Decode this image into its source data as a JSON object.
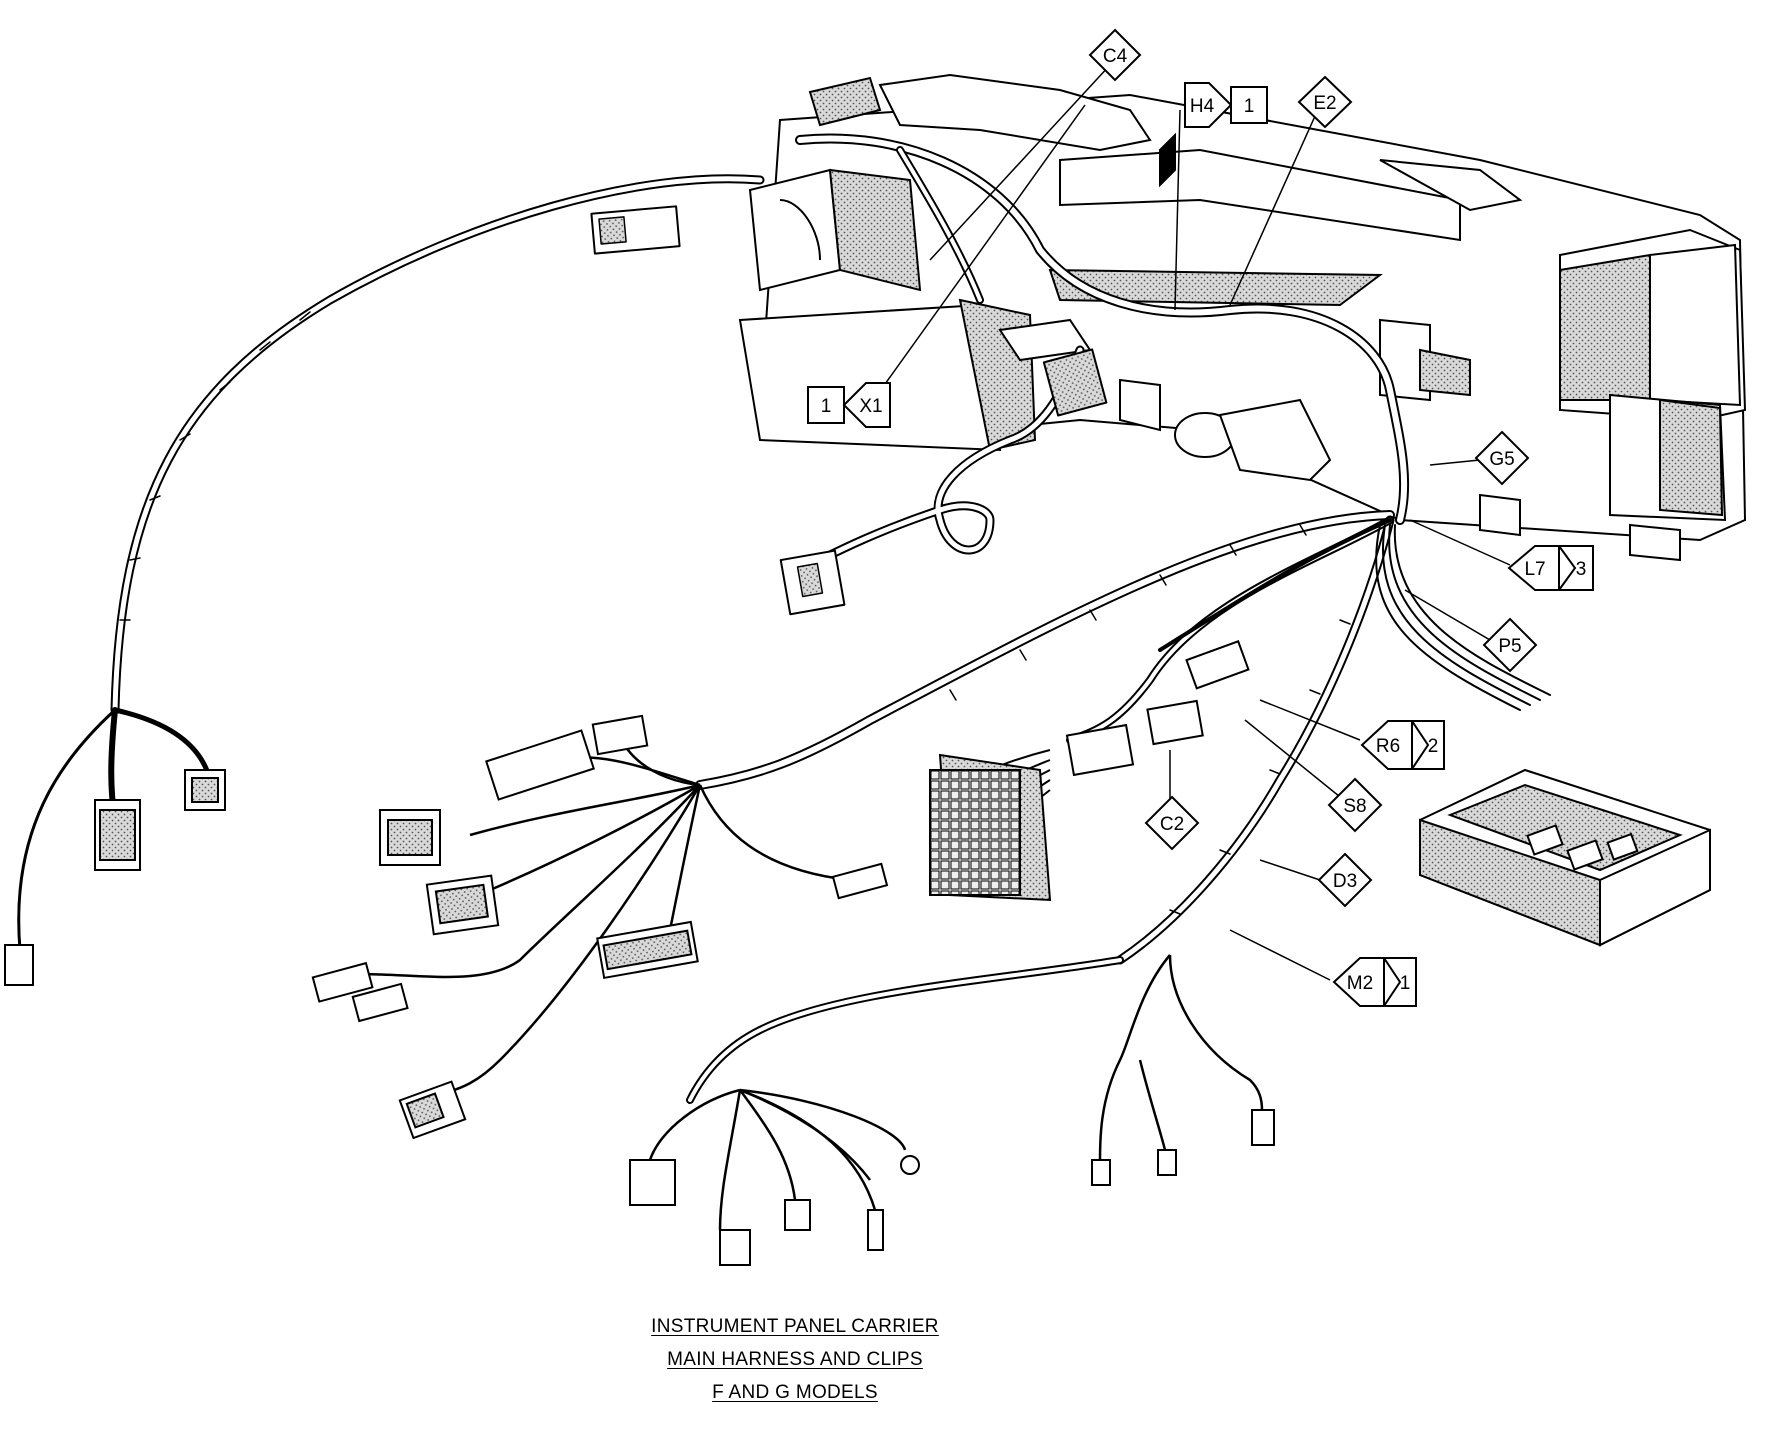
{
  "caption": {
    "line1": "INSTRUMENT PANEL CARRIER",
    "line2": "MAIN HARNESS AND CLIPS",
    "line3": "F AND G MODELS"
  },
  "callouts": [
    {
      "id": "c4",
      "code": "C4",
      "count": ""
    },
    {
      "id": "h4",
      "code": "H4",
      "count": "1"
    },
    {
      "id": "e2",
      "code": "E2",
      "count": ""
    },
    {
      "id": "x1",
      "code": "X1",
      "count": "1"
    },
    {
      "id": "g5",
      "code": "G5",
      "count": ""
    },
    {
      "id": "l7",
      "code": "L7",
      "count": "3"
    },
    {
      "id": "p5",
      "code": "P5",
      "count": ""
    },
    {
      "id": "r6",
      "code": "R6",
      "count": "2"
    },
    {
      "id": "s8",
      "code": "S8",
      "count": ""
    },
    {
      "id": "c2",
      "code": "C2",
      "count": ""
    },
    {
      "id": "d3",
      "code": "D3",
      "count": ""
    },
    {
      "id": "m2",
      "code": "M2",
      "count": "1"
    }
  ]
}
